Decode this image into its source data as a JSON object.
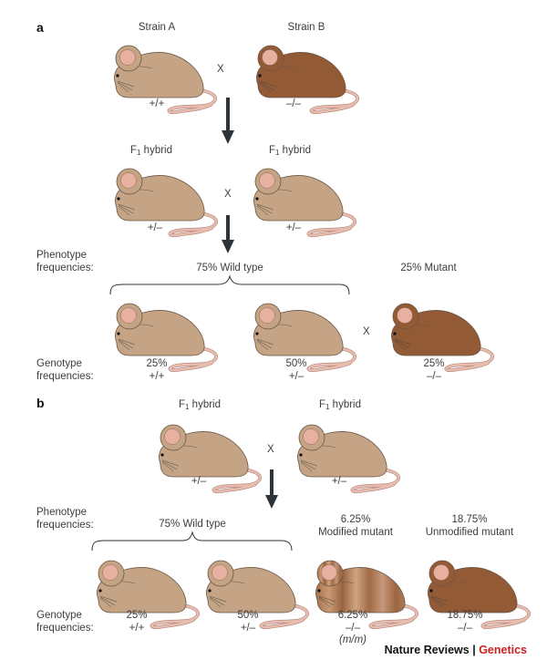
{
  "colors": {
    "wild_type": "#c4a484",
    "mutant": "#935a36",
    "ear_inner": "#e8b0a0",
    "tail": "#e3b5a7",
    "outline": "#5c4a3c",
    "arrow": "#2b333b",
    "brand_red": "#cc1f1f"
  },
  "panel_a": {
    "label": "a",
    "parents": [
      {
        "name": "Strain A",
        "genotype": "+/+",
        "phenotype": "wild_type"
      },
      {
        "name": "Strain B",
        "genotype": "–/–",
        "phenotype": "mutant"
      }
    ],
    "cross_symbol": "X",
    "f1": [
      {
        "name_main": "F",
        "name_sub": "1",
        "name_rest": " hybrid",
        "genotype": "+/–"
      },
      {
        "name_main": "F",
        "name_sub": "1",
        "name_rest": " hybrid",
        "genotype": "+/–"
      }
    ],
    "f1_cross_symbol": "X",
    "phenotype_label_1": "Phenotype",
    "phenotype_label_2": "frequencies:",
    "genotype_label_1": "Genotype",
    "genotype_label_2": "frequencies:",
    "phenotypes": [
      {
        "text": "75% Wild type"
      },
      {
        "text": "25% Mutant"
      }
    ],
    "offspring_cross_symbol": "X",
    "offspring": [
      {
        "percent": "25%",
        "genotype": "+/+",
        "phenotype": "wild_type"
      },
      {
        "percent": "50%",
        "genotype": "+/–",
        "phenotype": "wild_type"
      },
      {
        "percent": "25%",
        "genotype": "–/–",
        "phenotype": "mutant"
      }
    ]
  },
  "panel_b": {
    "label": "b",
    "f1": [
      {
        "name_main": "F",
        "name_sub": "1",
        "name_rest": " hybrid",
        "genotype": "+/–"
      },
      {
        "name_main": "F",
        "name_sub": "1",
        "name_rest": " hybrid",
        "genotype": "+/–"
      }
    ],
    "cross_symbol": "X",
    "phenotype_label_1": "Phenotype",
    "phenotype_label_2": "frequencies:",
    "genotype_label_1": "Genotype",
    "genotype_label_2": "frequencies:",
    "phenotypes": [
      {
        "line1": "75% Wild type"
      },
      {
        "line1": "6.25%",
        "line2": "Modified mutant"
      },
      {
        "line1": "18.75%",
        "line2": "Unmodified mutant"
      }
    ],
    "offspring": [
      {
        "percent": "25%",
        "genotype": "+/+",
        "phenotype": "wild_type"
      },
      {
        "percent": "50%",
        "genotype": "+/–",
        "phenotype": "wild_type"
      },
      {
        "percent": "6.25%",
        "genotype": "–/–",
        "modifier": "(m/m)",
        "phenotype": "modified_mutant"
      },
      {
        "percent": "18.75%",
        "genotype": "–/–",
        "phenotype": "mutant"
      }
    ]
  },
  "footer": {
    "journal": "Nature Reviews",
    "separator": " | ",
    "section": "Genetics"
  }
}
